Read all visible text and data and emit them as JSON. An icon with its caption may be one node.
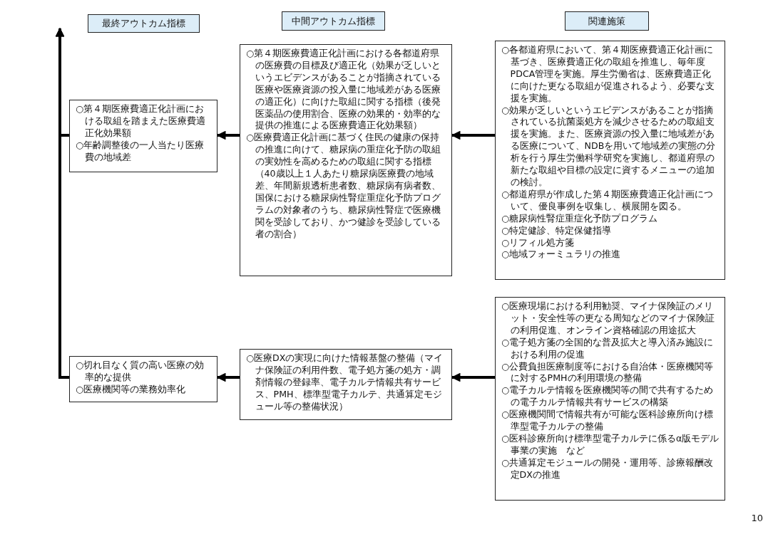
{
  "diagram": {
    "nodes": [
      {
        "text": [
          "最終アウトカム指標"
        ]
      },
      {
        "text": [
          "中間アウトカム指標"
        ]
      },
      {
        "text": [
          "関連施策"
        ]
      },
      {
        "text": [
          "○第４期医療費適正化計画における取組を踏まえた医療費適正化効果額",
          "○年齢調整後の一人当たり医療費の地域差"
        ]
      },
      {
        "text": [
          "○第４期医療費適正化計画における各都道府県の医療費の目標及び適正化（効果が乏しいというエビデンスがあることが指摘されている医療や医療資源の投入量に地域差がある医療の適正化）に向けた取組に関する指標（後発医薬品の使用割合、医療の効果的・効率的な提供の推進による医療費適正化効果額）",
          "○医療費適正化計画に基づく住民の健康の保持の推進に向けて、糖尿病の重症化予防の取組の実効性を高めるための取組に関する指標（40歳以上１人あたり糖尿病医療費の地域差、年間新規透析患者数、糖尿病有病者数、国保における糖尿病性腎症重症化予防プログラムの対象者のうち、糖尿病性腎症で医療機関を受診しており、かつ健診を受診している者の割合）"
        ]
      },
      {
        "text": [
          "○各都道府県において、第４期医療費適正化計画に基づき、医療費適正化の取組を推進し、毎年度PDCA管理を実施。厚生労働省は、医療費適正化に向けた更なる取組が促進されるよう、必要な支援を実施。",
          "○効果が乏しいというエビデンスがあることが指摘されている抗菌薬処方を減少させるための取組支援を実施。また、医療資源の投入量に地域差がある医療について、NDBを用いて地域差の実態の分析を行う厚生労働科学研究を実施し、都道府県の新たな取組や目標の設定に資するメニューの追加の検討。",
          "○都道府県が作成した第４期医療費適正化計画について、優良事例を収集し、横展開を図る。",
          "○糖尿病性腎症重症化予防プログラム",
          "○特定健診、特定保健指導",
          "○リフィル処方箋",
          "○地域フォーミュラリの推進"
        ]
      },
      {
        "text": [
          "○切れ目なく質の高い医療の効率的な提供",
          "○医療機関等の業務効率化"
        ]
      },
      {
        "text": [
          "○医療DXの実現に向けた情報基盤の整備（マイナ保険証の利用件数、電子処方箋の処方・調剤情報の登録率、電子カルテ情報共有サービス、PMH、標準型電子カルテ、共通算定モジュール等の整備状況）"
        ]
      },
      {
        "text": [
          "○医療現場における利用勧奨、マイナ保険証のメリット・安全性等の更なる周知などのマイナ保険証の利用促進、オンライン資格確認の用途拡大",
          "○電子処方箋の全国的な普及拡大と導入済み施設における利用の促進",
          "○公費負担医療制度等における自治体・医療機関等に対するPMHの利用環境の整備",
          "○電子カルテ情報を医療機関等の間で共有するための電子カルテ情報共有サービスの構築",
          "○医療機関間で情報共有が可能な医科診療所向け標準型電子カルテの整備",
          "○医科診療所向け標準型電子カルテに係るα版モデル事業の実施　など",
          "○共通算定モジュールの開発・運用等、診療報酬改定DXの推進"
        ]
      }
    ],
    "edges": [
      {
        "from": 5,
        "to": 4,
        "arrow": "to"
      },
      {
        "from": 4,
        "to": 3,
        "arrow": "to"
      },
      {
        "from": 8,
        "to": 7,
        "arrow": "to"
      },
      {
        "from": 7,
        "to": 6,
        "arrow": "to"
      },
      {
        "from": 3,
        "to": null,
        "arrow": "to"
      },
      {
        "from": 6,
        "to": null,
        "arrow": "to"
      }
    ],
    "labels": [
      "10"
    ]
  }
}
